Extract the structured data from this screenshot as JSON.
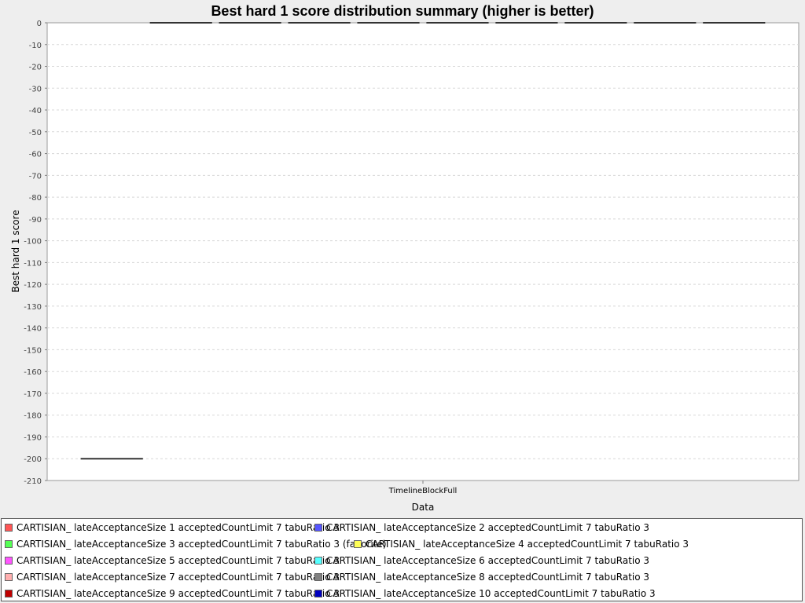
{
  "chart_data": {
    "type": "boxplot",
    "title": "Best hard 1 score distribution summary (higher is better)",
    "xlabel": "Data",
    "ylabel": "Best hard 1 score",
    "categories": [
      "TimelineBlockFull"
    ],
    "ylim": [
      -210,
      0
    ],
    "yticks": [
      0,
      -10,
      -20,
      -30,
      -40,
      -50,
      -60,
      -70,
      -80,
      -90,
      -100,
      -110,
      -120,
      -130,
      -140,
      -150,
      -160,
      -170,
      -180,
      -190,
      -200,
      -210
    ],
    "grid": true,
    "legend_position": "bottom",
    "series": [
      {
        "name": "CARTISIAN_ lateAcceptanceSize 1 acceptedCountLimit 7 tabuRatio 3",
        "color": "#ff5555",
        "values": [
          -200
        ]
      },
      {
        "name": "CARTISIAN_ lateAcceptanceSize 2 acceptedCountLimit 7 tabuRatio 3",
        "color": "#5555ff",
        "values": [
          0
        ]
      },
      {
        "name": "CARTISIAN_ lateAcceptanceSize 3 acceptedCountLimit 7 tabuRatio 3 (favorite)",
        "color": "#55ff55",
        "values": [
          0
        ]
      },
      {
        "name": "CARTISIAN_ lateAcceptanceSize 4 acceptedCountLimit 7 tabuRatio 3",
        "color": "#ffff55",
        "values": [
          0
        ]
      },
      {
        "name": "CARTISIAN_ lateAcceptanceSize 5 acceptedCountLimit 7 tabuRatio 3",
        "color": "#ff55ff",
        "values": [
          0
        ]
      },
      {
        "name": "CARTISIAN_ lateAcceptanceSize 6 acceptedCountLimit 7 tabuRatio 3",
        "color": "#55ffff",
        "values": [
          0
        ]
      },
      {
        "name": "CARTISIAN_ lateAcceptanceSize 7 acceptedCountLimit 7 tabuRatio 3",
        "color": "#ffafaf",
        "values": [
          0
        ]
      },
      {
        "name": "CARTISIAN_ lateAcceptanceSize 8 acceptedCountLimit 7 tabuRatio 3",
        "color": "#808080",
        "values": [
          0
        ]
      },
      {
        "name": "CARTISIAN_ lateAcceptanceSize 9 acceptedCountLimit 7 tabuRatio 3",
        "color": "#c00000",
        "values": [
          0
        ]
      },
      {
        "name": "CARTISIAN_ lateAcceptanceSize 10 acceptedCountLimit 7 tabuRatio 3",
        "color": "#0000c0",
        "values": [
          0
        ]
      }
    ]
  }
}
